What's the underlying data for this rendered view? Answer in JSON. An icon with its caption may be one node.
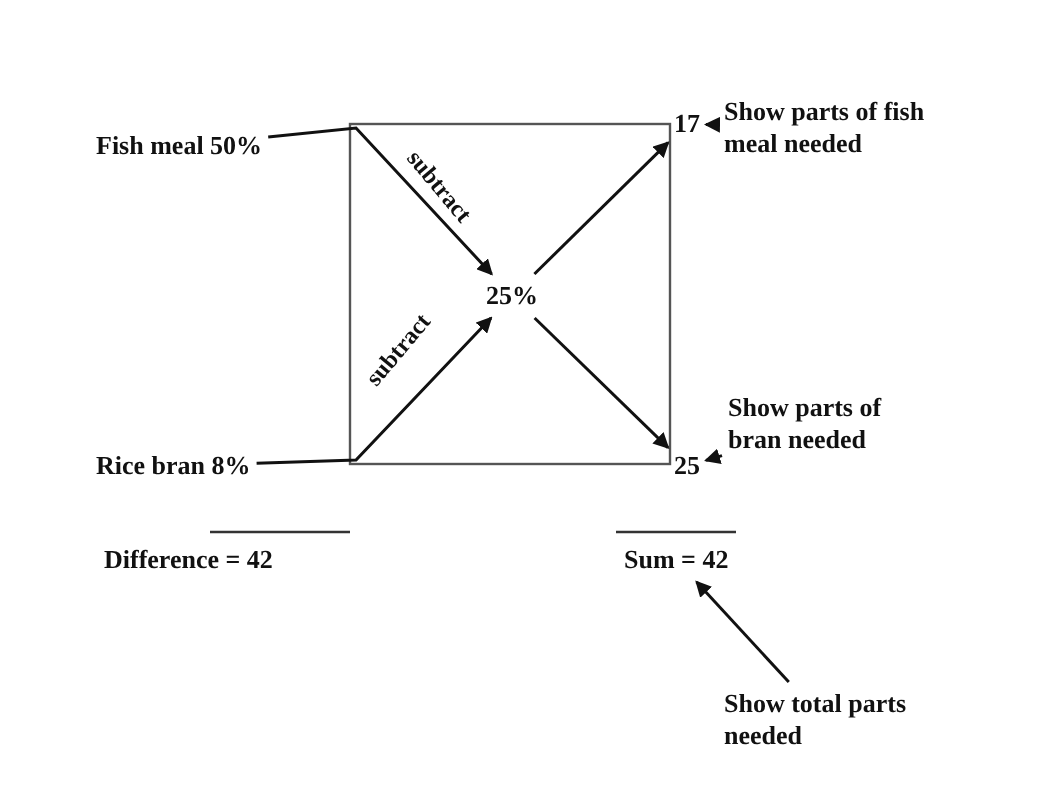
{
  "diagram": {
    "nodes": [
      {
        "text": [
          "Fish meal 50%"
        ]
      },
      {
        "text": [
          "17"
        ]
      },
      {
        "text": [
          "Show parts of fish meal needed"
        ]
      },
      {
        "text": [
          "25%"
        ]
      },
      {
        "text": [
          "Rice bran 8%"
        ]
      },
      {
        "text": [
          "25"
        ]
      },
      {
        "text": [
          "Show parts of bran needed"
        ]
      },
      {
        "text": [
          "Difference = 42"
        ]
      },
      {
        "text": [
          "Sum = 42"
        ]
      },
      {
        "text": [
          "Show total parts needed"
        ]
      }
    ],
    "edges": [
      {
        "from": 0,
        "to": 3,
        "arrow": "to",
        "label": "subtract"
      },
      {
        "from": 4,
        "to": 3,
        "arrow": "to",
        "label": "subtract"
      },
      {
        "from": 3,
        "to": 1,
        "arrow": "to"
      },
      {
        "from": 3,
        "to": 5,
        "arrow": "to"
      },
      {
        "from": 2,
        "to": 1,
        "arrow": "to"
      },
      {
        "from": 6,
        "to": 5,
        "arrow": "to"
      },
      {
        "from": 9,
        "to": 8,
        "arrow": "to"
      }
    ]
  }
}
